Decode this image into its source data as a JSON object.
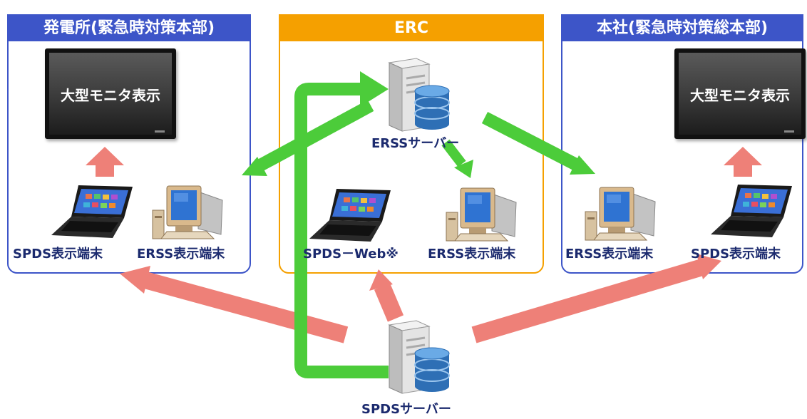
{
  "colors": {
    "left_panel": "#3d55c8",
    "center_panel": "#f5a000",
    "right_panel": "#3d55c8",
    "green_arrow": "#4ccc3a",
    "red_arrow": "#ee8078"
  },
  "panels": {
    "left": {
      "title": "発電所(緊急時対策本部)",
      "monitor": "大型モニタ表示",
      "laptop_label": "SPDS表示端末",
      "desktop_label": "ERSS表示端末"
    },
    "center": {
      "title": "ERC",
      "server_label": "ERSSサーバー",
      "laptop_label": "SPDS－Web※",
      "desktop_label": "ERSS表示端末"
    },
    "right": {
      "title": "本社(緊急時対策総本部)",
      "monitor": "大型モニタ表示",
      "desktop_label": "ERSS表示端末",
      "laptop_label": "SPDS表示端末"
    }
  },
  "bottom": {
    "server_label": "SPDSサーバー"
  },
  "icons": [
    "server-icon",
    "database-icon",
    "laptop-icon",
    "desktop-computer-icon",
    "large-monitor-icon",
    "arrow-icon"
  ]
}
